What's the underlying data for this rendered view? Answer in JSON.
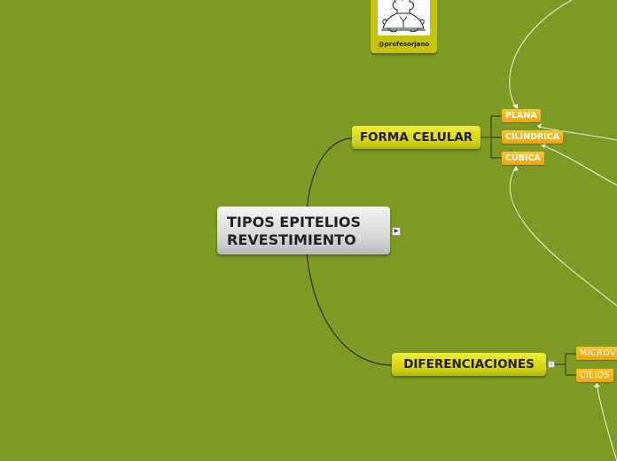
{
  "logo": {
    "caption": "@profesorjano",
    "icon": "chef-illustration"
  },
  "central": {
    "title": "TIPOS EPITELIOS\nREVESTIMIENTO"
  },
  "branches": {
    "forma": {
      "label": "FORMA CELULAR",
      "children": [
        "PLANA",
        "CILÍNDRICA",
        "CÚBICA"
      ]
    },
    "diferenciaciones": {
      "label": "DIFERENCIACIONES",
      "children": [
        "MICROVELLOSIDADES",
        "CILIOS"
      ]
    }
  },
  "colors": {
    "background": "#7e9a24",
    "main_topic": "#e3de1f",
    "sub_topic": "#f2b51c",
    "central": "#dcdcdc"
  }
}
